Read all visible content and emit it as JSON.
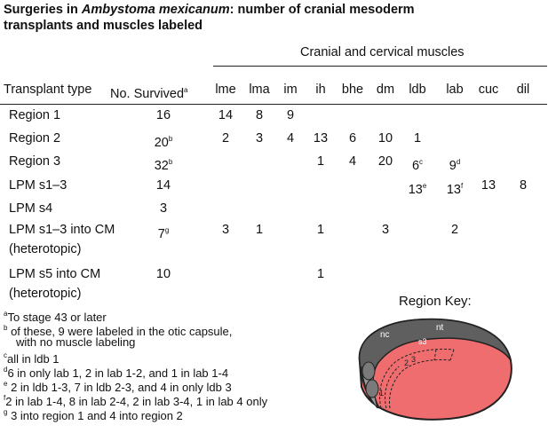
{
  "title": {
    "prefix": "Surgeries in ",
    "species": "Ambystoma mexicanum",
    "suffix": ": number of cranial mesoderm",
    "line2": "transplants and muscles labeled"
  },
  "table": {
    "group_header": "Cranial and cervical muscles",
    "col_transplant": "Transplant type",
    "col_survived": "No. Survived",
    "col_survived_sup": "a",
    "muscles": [
      "lme",
      "lma",
      "im",
      "ih",
      "bhe",
      "dm",
      "ldb",
      "lab",
      "cuc",
      "dil"
    ],
    "rows": [
      {
        "label": [
          "Region 1"
        ],
        "survived": "16",
        "survived_sup": "",
        "cells": [
          {
            "v": "14",
            "s": ""
          },
          {
            "v": "8",
            "s": ""
          },
          {
            "v": "9",
            "s": ""
          },
          {
            "v": "",
            "s": ""
          },
          {
            "v": "",
            "s": ""
          },
          {
            "v": "",
            "s": ""
          },
          {
            "v": "",
            "s": ""
          },
          {
            "v": "",
            "s": ""
          },
          {
            "v": "",
            "s": ""
          },
          {
            "v": "",
            "s": ""
          }
        ]
      },
      {
        "label": [
          "Region 2"
        ],
        "survived": "20",
        "survived_sup": "b",
        "cells": [
          {
            "v": "2",
            "s": ""
          },
          {
            "v": "3",
            "s": ""
          },
          {
            "v": "4",
            "s": ""
          },
          {
            "v": "13",
            "s": ""
          },
          {
            "v": "6",
            "s": ""
          },
          {
            "v": "10",
            "s": ""
          },
          {
            "v": "1",
            "s": ""
          },
          {
            "v": "",
            "s": ""
          },
          {
            "v": "",
            "s": ""
          },
          {
            "v": "",
            "s": ""
          }
        ]
      },
      {
        "label": [
          "Region 3"
        ],
        "survived": "32",
        "survived_sup": "b",
        "cells": [
          {
            "v": "",
            "s": ""
          },
          {
            "v": "",
            "s": ""
          },
          {
            "v": "",
            "s": ""
          },
          {
            "v": "1",
            "s": ""
          },
          {
            "v": "4",
            "s": ""
          },
          {
            "v": "20",
            "s": ""
          },
          {
            "v": "6",
            "s": "c"
          },
          {
            "v": "9",
            "s": "d"
          },
          {
            "v": "",
            "s": ""
          },
          {
            "v": "",
            "s": ""
          }
        ]
      },
      {
        "label": [
          "LPM s1–3"
        ],
        "survived": "14",
        "survived_sup": "",
        "cells": [
          {
            "v": "",
            "s": ""
          },
          {
            "v": "",
            "s": ""
          },
          {
            "v": "",
            "s": ""
          },
          {
            "v": "",
            "s": ""
          },
          {
            "v": "",
            "s": ""
          },
          {
            "v": "",
            "s": ""
          },
          {
            "v": "13",
            "s": "e"
          },
          {
            "v": "13",
            "s": "f"
          },
          {
            "v": "13",
            "s": ""
          },
          {
            "v": "8",
            "s": ""
          }
        ]
      },
      {
        "label": [
          "LPM s4"
        ],
        "survived": "3",
        "survived_sup": "",
        "cells": [
          {
            "v": "",
            "s": ""
          },
          {
            "v": "",
            "s": ""
          },
          {
            "v": "",
            "s": ""
          },
          {
            "v": "",
            "s": ""
          },
          {
            "v": "",
            "s": ""
          },
          {
            "v": "",
            "s": ""
          },
          {
            "v": "",
            "s": ""
          },
          {
            "v": "",
            "s": ""
          },
          {
            "v": "",
            "s": ""
          },
          {
            "v": "",
            "s": ""
          }
        ]
      },
      {
        "label": [
          "LPM s1–3 into CM",
          "(heterotopic)"
        ],
        "survived": "7",
        "survived_sup": "g",
        "cells": [
          {
            "v": "3",
            "s": ""
          },
          {
            "v": "1",
            "s": ""
          },
          {
            "v": "",
            "s": ""
          },
          {
            "v": "1",
            "s": ""
          },
          {
            "v": "",
            "s": ""
          },
          {
            "v": "3",
            "s": ""
          },
          {
            "v": "",
            "s": ""
          },
          {
            "v": "2",
            "s": ""
          },
          {
            "v": "",
            "s": ""
          },
          {
            "v": "",
            "s": ""
          }
        ]
      },
      {
        "label": [
          "LPM s5 into CM",
          "(heterotopic)"
        ],
        "survived": "10",
        "survived_sup": "",
        "cells": [
          {
            "v": "",
            "s": ""
          },
          {
            "v": "",
            "s": ""
          },
          {
            "v": "",
            "s": ""
          },
          {
            "v": "1",
            "s": ""
          },
          {
            "v": "",
            "s": ""
          },
          {
            "v": "",
            "s": ""
          },
          {
            "v": "",
            "s": ""
          },
          {
            "v": "",
            "s": ""
          },
          {
            "v": "",
            "s": ""
          },
          {
            "v": "",
            "s": ""
          }
        ]
      }
    ]
  },
  "footnotes": [
    {
      "mark": "a",
      "lines": [
        "To stage 43 or later"
      ]
    },
    {
      "mark": "b",
      "lines": [
        " of these, 9 were labeled in the otic capsule,",
        "with no muscle labeling"
      ]
    },
    {
      "mark": "c",
      "lines": [
        "all in ldb 1"
      ]
    },
    {
      "mark": "d",
      "lines": [
        "6 in only lab 1, 2 in lab 1-2, and 1 in lab 1-4"
      ]
    },
    {
      "mark": "e",
      "lines": [
        " 2 in ldb 1-3, 7 in ldb 2-3, and 4 in only ldb 3"
      ]
    },
    {
      "mark": "f",
      "lines": [
        "2 in lab 1-4, 8 in lab 2-4, 2 in lab 3-4, 1 in lab 4 only"
      ]
    },
    {
      "mark": "g",
      "lines": [
        " 3 into region 1 and 4 into region 2"
      ]
    }
  ],
  "region_key": {
    "title": "Region Key:",
    "labels": {
      "nc": "nc",
      "nt": "nt",
      "s3": "s3",
      "r2": "2",
      "r3": "3",
      "r1": "1"
    },
    "colors": {
      "embryo": "#f06d6f",
      "dorsal": "#5f5f5f",
      "dorsal_light": "#9a9a9a",
      "outline": "#222222"
    }
  }
}
